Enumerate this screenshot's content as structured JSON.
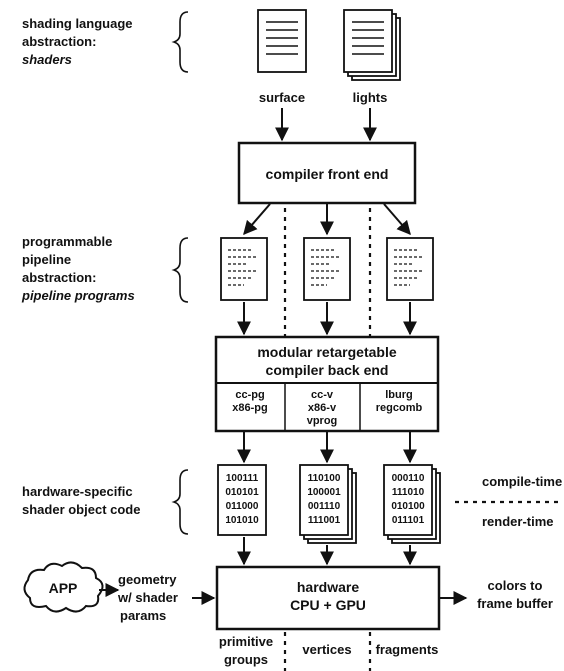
{
  "labels": {
    "shading_language": [
      "shading language",
      "abstraction:"
    ],
    "shaders": "shaders",
    "programmable_pipeline": [
      "programmable",
      "pipeline",
      "abstraction:"
    ],
    "pipeline_programs": "pipeline programs",
    "hardware_specific": [
      "hardware-specific",
      "shader object code"
    ]
  },
  "inputs": {
    "surface": "surface",
    "lights": "lights"
  },
  "front_end": "compiler front end",
  "back_end": {
    "title": [
      "modular retargetable",
      "compiler back end"
    ],
    "columns": [
      [
        "cc-pg",
        "x86-pg"
      ],
      [
        "cc-v",
        "x86-v",
        "vprog"
      ],
      [
        "lburg",
        "regcomb"
      ]
    ]
  },
  "object_code": [
    [
      "100111",
      "010101",
      "011000",
      "101010"
    ],
    [
      "110100",
      "100001",
      "001110",
      "111001"
    ],
    [
      "000110",
      "111010",
      "010100",
      "011101"
    ]
  ],
  "timing": {
    "compile": "compile-time",
    "render": "render-time"
  },
  "app": "APP",
  "geometry": [
    "geometry",
    "w/ shader",
    "params"
  ],
  "hardware": [
    "hardware",
    "CPU + GPU"
  ],
  "output": [
    "colors to",
    "frame buffer"
  ],
  "bottom": {
    "primitive": [
      "primitive",
      "groups"
    ],
    "vertices": "vertices",
    "fragments": "fragments"
  }
}
